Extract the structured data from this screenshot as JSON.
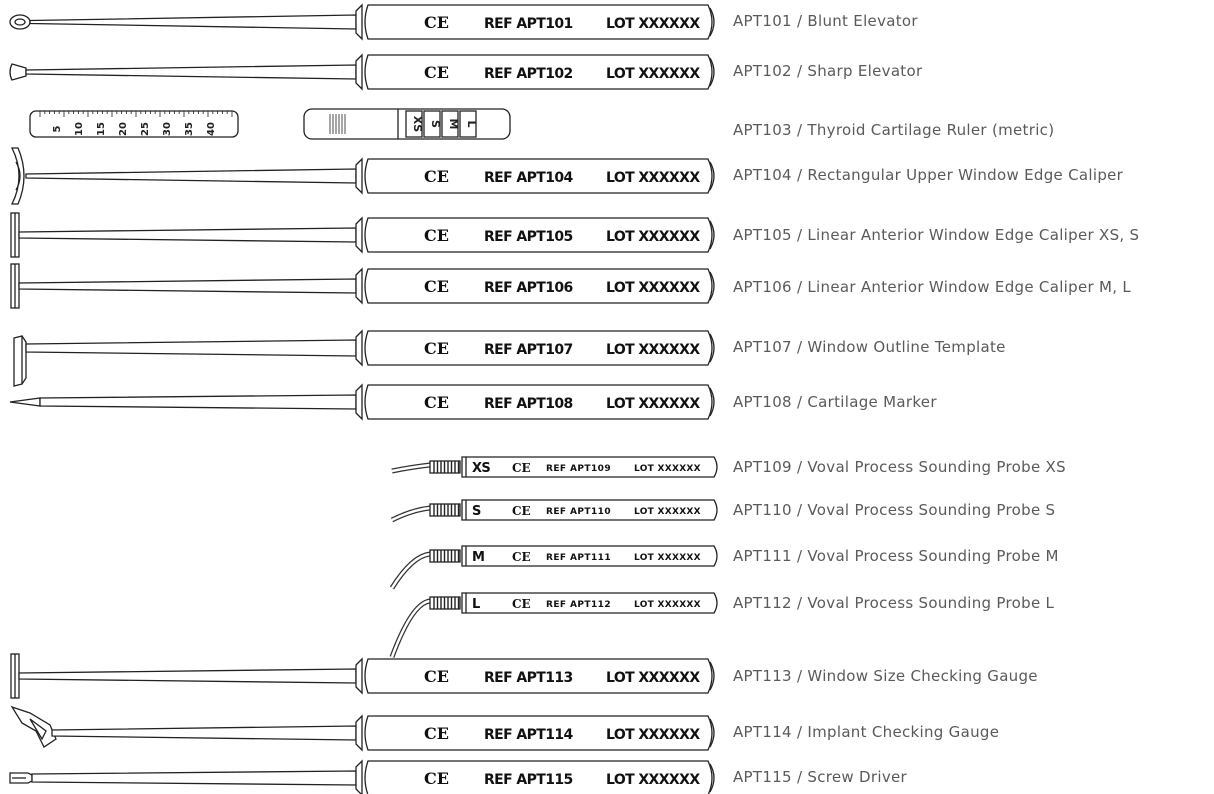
{
  "instruments": [
    {
      "ref_label": "REF APT101",
      "lot_label": "LOT XXXXXX",
      "caption": "APT101 / Blunt Elevator",
      "tip": "loop",
      "size_mark": ""
    },
    {
      "ref_label": "REF APT102",
      "lot_label": "LOT XXXXXX",
      "caption": "APT102 / Sharp Elevator",
      "tip": "spade",
      "size_mark": ""
    },
    {
      "ref_label": "",
      "lot_label": "",
      "caption": "APT103 / Thyroid Cartilage Ruler (metric)",
      "tip": "ruler",
      "size_mark": ""
    },
    {
      "ref_label": "REF APT104",
      "lot_label": "LOT XXXXXX",
      "caption": "APT104 / Rectangular Upper Window Edge Caliper",
      "tip": "curved-bar",
      "size_mark": ""
    },
    {
      "ref_label": "REF APT105",
      "lot_label": "LOT XXXXXX",
      "caption": "APT105 / Linear Anterior Window Edge Caliper XS, S",
      "tip": "t-bar",
      "size_mark": ""
    },
    {
      "ref_label": "REF APT106",
      "lot_label": "LOT XXXXXX",
      "caption": "APT106 / Linear Anterior Window Edge Caliper M, L",
      "tip": "t-bar",
      "size_mark": ""
    },
    {
      "ref_label": "REF APT107",
      "lot_label": "LOT XXXXXX",
      "caption": "APT107 / Window Outline Template",
      "tip": "template",
      "size_mark": ""
    },
    {
      "ref_label": "REF APT108",
      "lot_label": "LOT XXXXXX",
      "caption": "APT108 / Cartilage Marker",
      "tip": "point",
      "size_mark": ""
    },
    {
      "ref_label": "REF APT109",
      "lot_label": "LOT XXXXXX",
      "caption": "APT109 / Voval Process Sounding Probe XS",
      "tip": "probe",
      "size_mark": "XS"
    },
    {
      "ref_label": "REF APT110",
      "lot_label": "LOT XXXXXX",
      "caption": "APT110 / Voval Process Sounding Probe S",
      "tip": "probe",
      "size_mark": "S"
    },
    {
      "ref_label": "REF APT111",
      "lot_label": "LOT XXXXXX",
      "caption": "APT111 / Voval Process Sounding Probe M",
      "tip": "probe",
      "size_mark": "M"
    },
    {
      "ref_label": "REF APT112",
      "lot_label": "LOT XXXXXX",
      "caption": "APT112 / Voval Process Sounding Probe L",
      "tip": "probe",
      "size_mark": "L"
    },
    {
      "ref_label": "REF APT113",
      "lot_label": "LOT XXXXXX",
      "caption": "APT113 / Window Size Checking Gauge",
      "tip": "t-bar",
      "size_mark": ""
    },
    {
      "ref_label": "REF APT114",
      "lot_label": "LOT XXXXXX",
      "caption": "APT114 / Implant Checking Gauge",
      "tip": "hook",
      "size_mark": ""
    },
    {
      "ref_label": "REF APT115",
      "lot_label": "LOT XXXXXX",
      "caption": "APT115 / Screw Driver",
      "tip": "driver",
      "size_mark": ""
    }
  ],
  "ce_mark": "CE",
  "ruler": {
    "scale_numbers": [
      "5",
      "10",
      "15",
      "20",
      "25",
      "30",
      "35",
      "40"
    ],
    "size_marks": [
      "XS",
      "S",
      "M",
      "L"
    ]
  }
}
